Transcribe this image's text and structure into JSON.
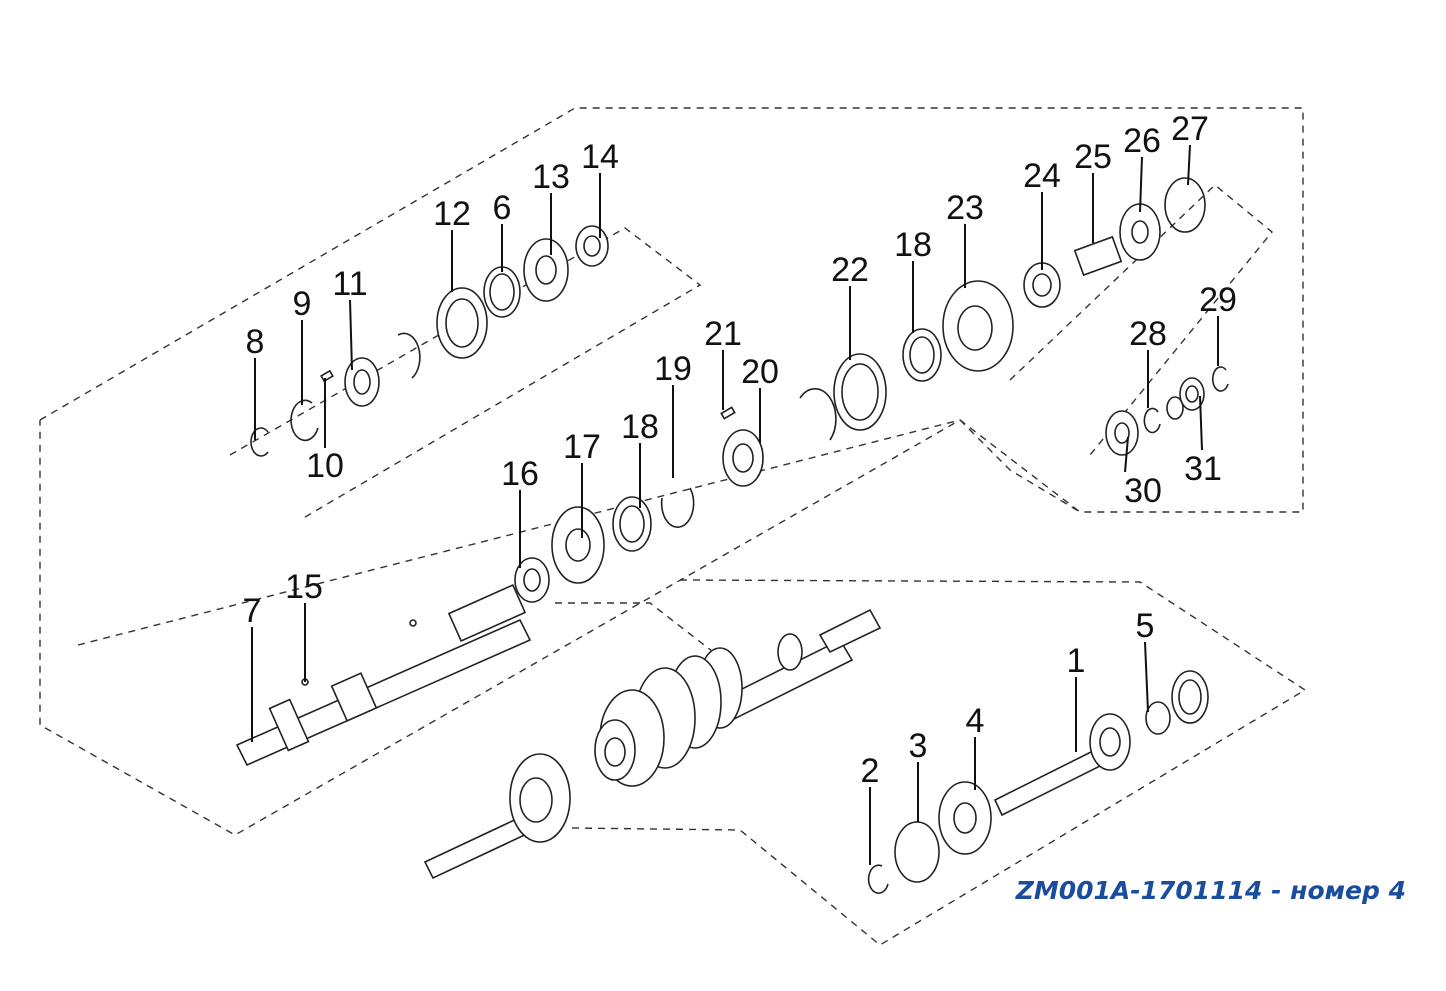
{
  "caption": "ZM001A-1701114 - номер 4",
  "caption_color": "#1a4d9e",
  "callouts": [
    "1",
    "2",
    "3",
    "4",
    "5",
    "6",
    "7",
    "8",
    "9",
    "10",
    "11",
    "12",
    "13",
    "14",
    "15",
    "16",
    "17",
    "18",
    "18",
    "19",
    "20",
    "21",
    "22",
    "23",
    "24",
    "25",
    "26",
    "27",
    "28",
    "29",
    "30",
    "31"
  ]
}
